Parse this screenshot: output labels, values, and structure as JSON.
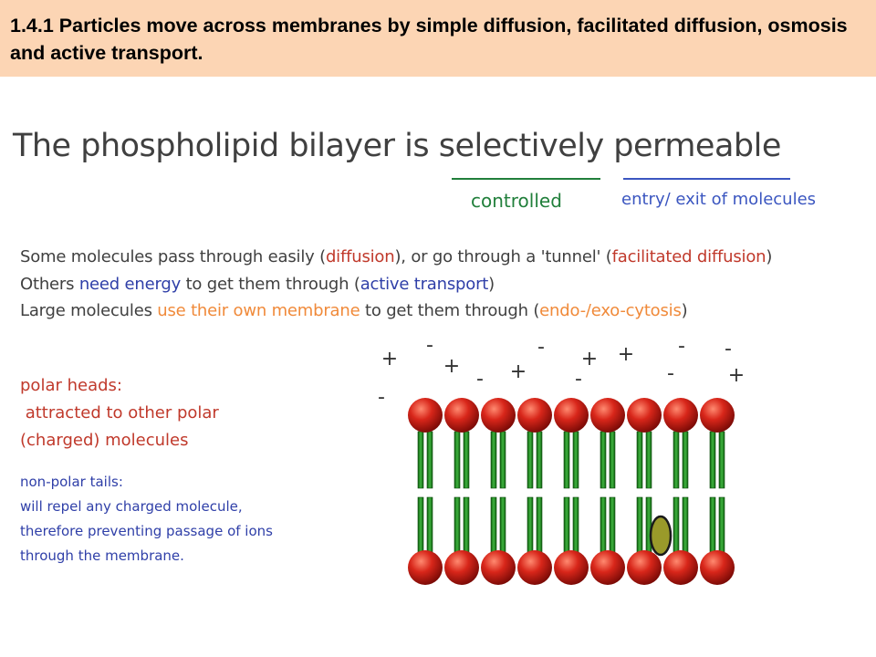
{
  "header": {
    "title": "1.4.1 Particles move across membranes by simple diffusion, facilitated diffusion, osmosis and active transport."
  },
  "slide": {
    "title": "The phospholipid bilayer is selectively permeable",
    "annotation_controlled": "controlled",
    "annotation_entry": "entry/ exit of molecules",
    "line1": {
      "a": "Some molecules pass through easily (",
      "b": "diffusion",
      "c": "), or go through a 'tunnel' (",
      "d": "facilitated diffusion",
      "e": ")"
    },
    "line2": {
      "a": "Others ",
      "b": "need energy",
      "c": " to get them through (",
      "d": "active transport",
      "e": ")"
    },
    "line3": {
      "a": "Large molecules ",
      "b": "use their own membrane",
      "c": " to get them through (",
      "d": "endo-/exo-cytosis",
      "e": ")"
    },
    "polar_heads": [
      "polar heads:",
      " attracted to other polar",
      "(charged) molecules"
    ],
    "non_polar": [
      "non-polar tails:",
      "will repel any charged molecule,",
      "therefore preventing passage of ions",
      "through the membrane."
    ]
  },
  "diagram": {
    "charges": [
      "+",
      "-",
      "+",
      "-",
      "+",
      "-",
      "+",
      "-",
      "+",
      "-",
      "+",
      "-",
      "+",
      "-"
    ],
    "head_count": 9,
    "colors": {
      "head": "#c81e14",
      "tail": "#1e8a1e",
      "molecule": "#9a9a2a"
    }
  }
}
